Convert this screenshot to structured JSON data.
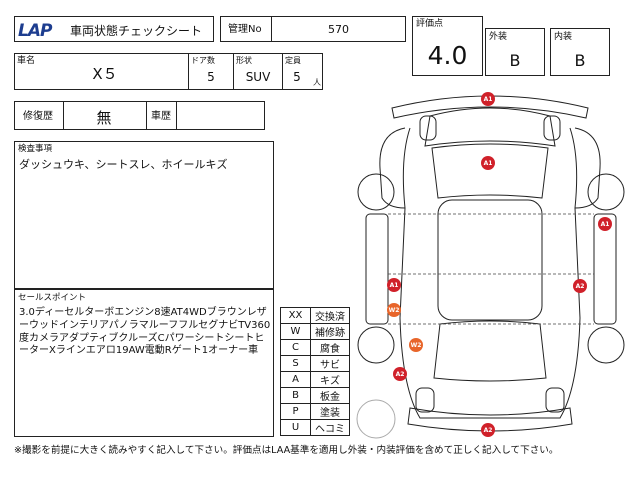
{
  "header": {
    "logo_text": "LAP",
    "sheet_title": "車両状態チェックシート",
    "mgmt_no_label": "管理No",
    "mgmt_no_value": "570"
  },
  "ratings": {
    "overall_label": "評価点",
    "overall_value": "4.0",
    "exterior_label": "外装",
    "exterior_value": "B",
    "interior_label": "内装",
    "interior_value": "B"
  },
  "vehicle": {
    "model_label": "車名",
    "model_value": "X５",
    "doors_label": "ドア数",
    "doors_value": "5",
    "shape_label": "形状",
    "shape_value": "SUV",
    "capacity_label": "定員",
    "capacity_value": "5",
    "capacity_unit": "人"
  },
  "history": {
    "repair_label": "修復歴",
    "repair_value": "無",
    "vehicle_history_label": "車歴",
    "vehicle_history_value": ""
  },
  "inspection": {
    "label": "検査事項",
    "text": "ダッシュウキ、シートスレ、ホイールキズ"
  },
  "sales": {
    "label": "セールスポイント",
    "text": "3.0ディーセルターボエンジン8速AT4WDブラウンレザーウッドインテリアパノラマルーフフルセグナビTV360度カメラアダプティブクルーズCパワーシートシートヒーターXラインエアロ19AW電動Rゲート1オーナー車"
  },
  "damage_codes": [
    {
      "code": "XX",
      "meaning": "交換済"
    },
    {
      "code": "W",
      "meaning": "補修跡"
    },
    {
      "code": "C",
      "meaning": "腐食"
    },
    {
      "code": "S",
      "meaning": "サビ"
    },
    {
      "code": "A",
      "meaning": "キズ"
    },
    {
      "code": "B",
      "meaning": "板金"
    },
    {
      "code": "P",
      "meaning": "塗装"
    },
    {
      "code": "U",
      "meaning": "ヘコミ"
    }
  ],
  "damage_marks": [
    {
      "label": "A1",
      "color": "#d0212a"
    },
    {
      "label": "A1",
      "color": "#d0212a"
    },
    {
      "label": "A1",
      "color": "#d0212a"
    },
    {
      "label": "A1",
      "color": "#d0212a"
    },
    {
      "label": "A2",
      "color": "#d0212a"
    },
    {
      "label": "W2",
      "color": "#e8652a"
    },
    {
      "label": "W2",
      "color": "#e8652a"
    },
    {
      "label": "A2",
      "color": "#d0212a"
    },
    {
      "label": "A2",
      "color": "#d0212a"
    }
  ],
  "footer_note": "※撮影を前提に大きく読みやすく記入して下さい。評価点はLAA基準を適用し外装・内装評価を含めて正しく記入して下さい。"
}
